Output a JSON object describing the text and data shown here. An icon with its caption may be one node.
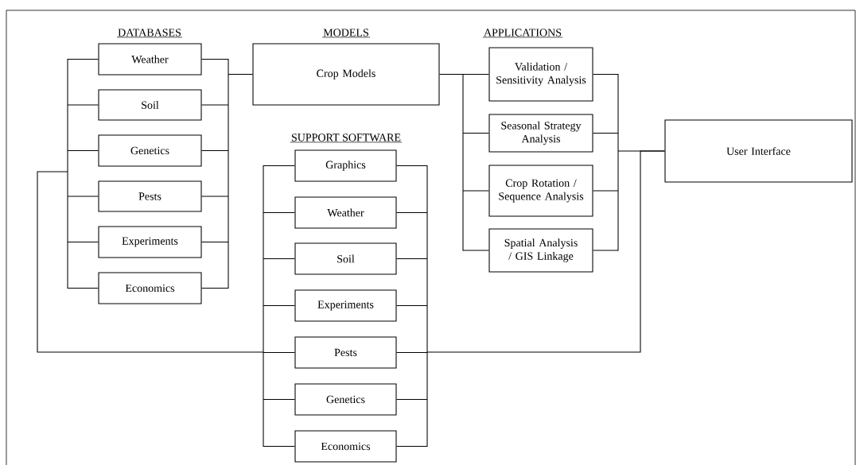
{
  "diagram": {
    "nodes": [
      {
        "text": [
          "Weather"
        ]
      },
      {
        "text": [
          "Soil"
        ]
      },
      {
        "text": [
          "Genetics"
        ]
      },
      {
        "text": [
          "Pests"
        ]
      },
      {
        "text": [
          "Experiments"
        ]
      },
      {
        "text": [
          "Economics"
        ]
      },
      {
        "text": [
          "Crop Models"
        ]
      },
      {
        "text": [
          "Validation / Sensitivity Analysis"
        ]
      },
      {
        "text": [
          "Seasonal Strategy Analysis"
        ]
      },
      {
        "text": [
          "Crop Rotation / Sequence Analysis"
        ]
      },
      {
        "text": [
          "Spatial Analysis / GIS Linkage"
        ]
      },
      {
        "text": [
          "User Interface"
        ]
      },
      {
        "text": [
          "Graphics"
        ]
      },
      {
        "text": [
          "Weather"
        ]
      },
      {
        "text": [
          "Soil"
        ]
      },
      {
        "text": [
          "Experiments"
        ]
      },
      {
        "text": [
          "Pests"
        ]
      },
      {
        "text": [
          "Genetics"
        ]
      },
      {
        "text": [
          "Economics"
        ]
      },
      {
        "text": [],
        "shape": "bar"
      },
      {
        "text": [],
        "shape": "bar"
      },
      {
        "text": [],
        "shape": "bar"
      },
      {
        "text": [],
        "shape": "bar"
      },
      {
        "text": [],
        "shape": "bar"
      },
      {
        "text": [],
        "shape": "bar"
      }
    ],
    "edges": [
      {
        "from": 0,
        "to": 19,
        "arrow": "none"
      },
      {
        "from": 1,
        "to": 19,
        "arrow": "none"
      },
      {
        "from": 2,
        "to": 19,
        "arrow": "none"
      },
      {
        "from": 3,
        "to": 19,
        "arrow": "none"
      },
      {
        "from": 4,
        "to": 19,
        "arrow": "none"
      },
      {
        "from": 5,
        "to": 19,
        "arrow": "none"
      },
      {
        "from": 0,
        "to": 20,
        "arrow": "none"
      },
      {
        "from": 1,
        "to": 20,
        "arrow": "none"
      },
      {
        "from": 2,
        "to": 20,
        "arrow": "none"
      },
      {
        "from": 3,
        "to": 20,
        "arrow": "none"
      },
      {
        "from": 4,
        "to": 20,
        "arrow": "none"
      },
      {
        "from": 5,
        "to": 20,
        "arrow": "none"
      },
      {
        "from": 20,
        "to": 6,
        "arrow": "none"
      },
      {
        "from": 6,
        "to": 21,
        "arrow": "none"
      },
      {
        "from": 21,
        "to": 7,
        "arrow": "none"
      },
      {
        "from": 21,
        "to": 8,
        "arrow": "none"
      },
      {
        "from": 21,
        "to": 9,
        "arrow": "none"
      },
      {
        "from": 21,
        "to": 10,
        "arrow": "none"
      },
      {
        "from": 7,
        "to": 22,
        "arrow": "none"
      },
      {
        "from": 8,
        "to": 22,
        "arrow": "none"
      },
      {
        "from": 9,
        "to": 22,
        "arrow": "none"
      },
      {
        "from": 10,
        "to": 22,
        "arrow": "none"
      },
      {
        "from": 22,
        "to": 11,
        "arrow": "none"
      },
      {
        "from": 19,
        "to": 23,
        "arrow": "none"
      },
      {
        "from": 23,
        "to": 12,
        "arrow": "none"
      },
      {
        "from": 23,
        "to": 13,
        "arrow": "none"
      },
      {
        "from": 23,
        "to": 14,
        "arrow": "none"
      },
      {
        "from": 23,
        "to": 15,
        "arrow": "none"
      },
      {
        "from": 23,
        "to": 16,
        "arrow": "none"
      },
      {
        "from": 23,
        "to": 17,
        "arrow": "none"
      },
      {
        "from": 23,
        "to": 18,
        "arrow": "none"
      },
      {
        "from": 12,
        "to": 24,
        "arrow": "none"
      },
      {
        "from": 13,
        "to": 24,
        "arrow": "none"
      },
      {
        "from": 14,
        "to": 24,
        "arrow": "none"
      },
      {
        "from": 15,
        "to": 24,
        "arrow": "none"
      },
      {
        "from": 16,
        "to": 24,
        "arrow": "none"
      },
      {
        "from": 17,
        "to": 24,
        "arrow": "none"
      },
      {
        "from": 18,
        "to": 24,
        "arrow": "none"
      },
      {
        "from": 24,
        "to": 11,
        "arrow": "none"
      }
    ],
    "labels": [
      "DATABASES",
      "MODELS",
      "APPLICATIONS",
      "SUPPORT SOFTWARE"
    ]
  }
}
